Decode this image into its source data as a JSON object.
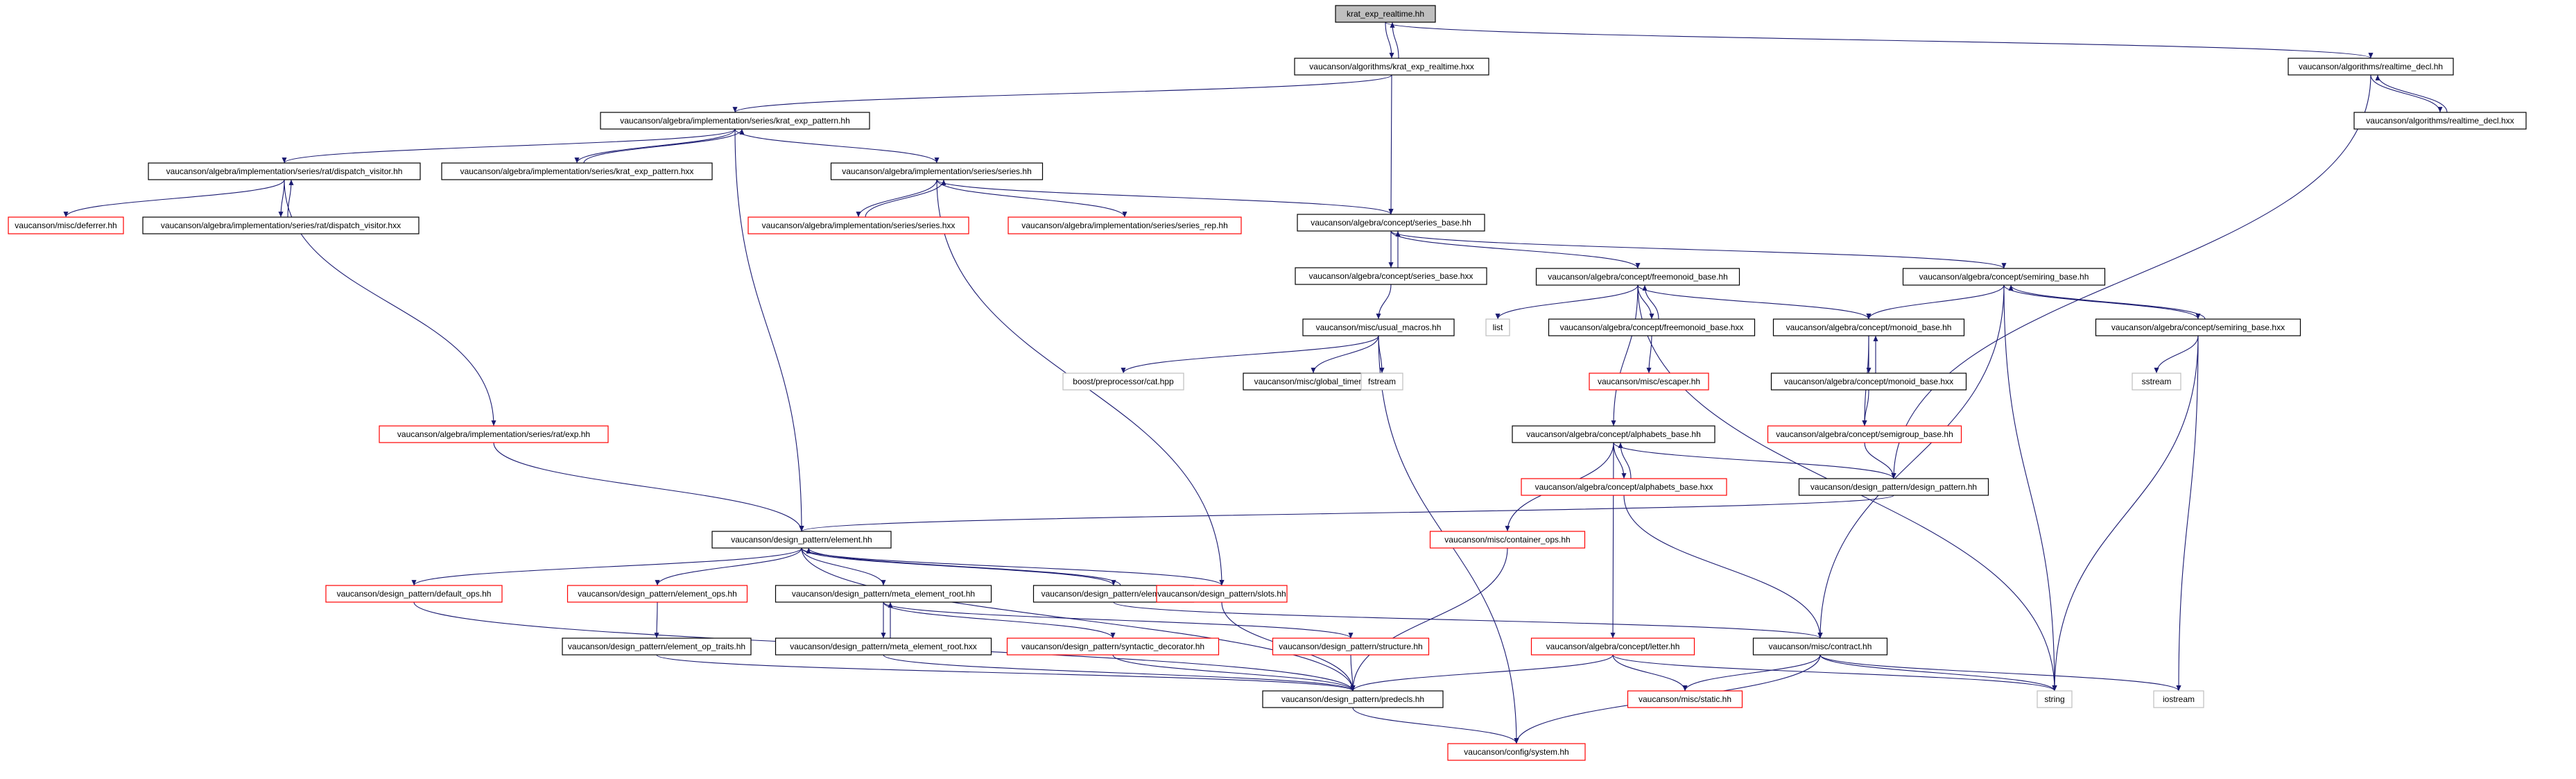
{
  "colors": {
    "edge": "#191970",
    "box_default": "#000000",
    "box_missing": "#ff0000",
    "box_external": "#bfbfbf",
    "root_fill": "#bfbfbf"
  },
  "nodes": [
    {
      "id": "n0",
      "label": "krat_exp_realtime.hh",
      "style": "root"
    },
    {
      "id": "n1",
      "label": "vaucanson/algorithms/krat_exp_realtime.hxx",
      "style": "normal"
    },
    {
      "id": "n2",
      "label": "vaucanson/algorithms/realtime_decl.hh",
      "style": "normal"
    },
    {
      "id": "n3",
      "label": "vaucanson/algorithms/realtime_decl.hxx",
      "style": "normal"
    },
    {
      "id": "n4",
      "label": "vaucanson/algebra/implementation/series/krat_exp_pattern.hh",
      "style": "normal"
    },
    {
      "id": "n5",
      "label": "vaucanson/algebra/implementation/series/rat/dispatch_visitor.hh",
      "style": "normal"
    },
    {
      "id": "n6",
      "label": "vaucanson/algebra/implementation/series/krat_exp_pattern.hxx",
      "style": "normal"
    },
    {
      "id": "n7",
      "label": "vaucanson/algebra/implementation/series/series.hh",
      "style": "normal"
    },
    {
      "id": "n8",
      "label": "vaucanson/misc/deferrer.hh",
      "style": "missing"
    },
    {
      "id": "n9",
      "label": "vaucanson/algebra/implementation/series/rat/dispatch_visitor.hxx",
      "style": "normal"
    },
    {
      "id": "n10",
      "label": "vaucanson/algebra/implementation/series/series.hxx",
      "style": "missing"
    },
    {
      "id": "n11",
      "label": "vaucanson/algebra/implementation/series/series_rep.hh",
      "style": "missing"
    },
    {
      "id": "n12",
      "label": "vaucanson/algebra/concept/series_base.hh",
      "style": "normal"
    },
    {
      "id": "n13",
      "label": "vaucanson/algebra/concept/series_base.hxx",
      "style": "normal"
    },
    {
      "id": "n14",
      "label": "vaucanson/algebra/concept/freemonoid_base.hh",
      "style": "normal"
    },
    {
      "id": "n15",
      "label": "vaucanson/algebra/concept/semiring_base.hh",
      "style": "normal"
    },
    {
      "id": "n16",
      "label": "list",
      "style": "external"
    },
    {
      "id": "n17",
      "label": "vaucanson/algebra/concept/freemonoid_base.hxx",
      "style": "normal"
    },
    {
      "id": "n18",
      "label": "vaucanson/algebra/concept/monoid_base.hh",
      "style": "normal"
    },
    {
      "id": "n19",
      "label": "vaucanson/algebra/concept/semiring_base.hxx",
      "style": "normal"
    },
    {
      "id": "n20",
      "label": "vaucanson/misc/usual_macros.hh",
      "style": "normal"
    },
    {
      "id": "n21",
      "label": "vaucanson/misc/escaper.hh",
      "style": "missing"
    },
    {
      "id": "n22",
      "label": "vaucanson/algebra/concept/monoid_base.hxx",
      "style": "normal"
    },
    {
      "id": "n23",
      "label": "sstream",
      "style": "external"
    },
    {
      "id": "n24",
      "label": "boost/preprocessor/cat.hpp",
      "style": "external"
    },
    {
      "id": "n25",
      "label": "vaucanson/misc/global_timer.hh",
      "style": "normal"
    },
    {
      "id": "n26",
      "label": "fstream",
      "style": "external"
    },
    {
      "id": "n27",
      "label": "vaucanson/algebra/concept/semigroup_base.hh",
      "style": "missing"
    },
    {
      "id": "n28",
      "label": "vaucanson/algebra/implementation/series/rat/exp.hh",
      "style": "missing"
    },
    {
      "id": "n29",
      "label": "vaucanson/algebra/concept/alphabets_base.hh",
      "style": "normal"
    },
    {
      "id": "n30",
      "label": "vaucanson/algebra/concept/alphabets_base.hxx",
      "style": "missing"
    },
    {
      "id": "n31",
      "label": "vaucanson/design_pattern/design_pattern.hh",
      "style": "normal"
    },
    {
      "id": "n32",
      "label": "vaucanson/design_pattern/element.hh",
      "style": "normal"
    },
    {
      "id": "n33",
      "label": "vaucanson/misc/container_ops.hh",
      "style": "missing"
    },
    {
      "id": "n34",
      "label": "vaucanson/design_pattern/default_ops.hh",
      "style": "missing"
    },
    {
      "id": "n35",
      "label": "vaucanson/design_pattern/element_ops.hh",
      "style": "missing"
    },
    {
      "id": "n36",
      "label": "vaucanson/design_pattern/meta_element_root.hh",
      "style": "normal"
    },
    {
      "id": "n37",
      "label": "vaucanson/design_pattern/element.hxx",
      "style": "normal"
    },
    {
      "id": "n38",
      "label": "vaucanson/design_pattern/slots.hh",
      "style": "missing"
    },
    {
      "id": "n39",
      "label": "vaucanson/design_pattern/element_op_traits.hh",
      "style": "normal"
    },
    {
      "id": "n40",
      "label": "vaucanson/design_pattern/meta_element_root.hxx",
      "style": "normal"
    },
    {
      "id": "n41",
      "label": "vaucanson/design_pattern/syntactic_decorator.hh",
      "style": "missing"
    },
    {
      "id": "n42",
      "label": "vaucanson/design_pattern/structure.hh",
      "style": "missing"
    },
    {
      "id": "n43",
      "label": "vaucanson/algebra/concept/letter.hh",
      "style": "missing"
    },
    {
      "id": "n44",
      "label": "vaucanson/misc/contract.hh",
      "style": "normal"
    },
    {
      "id": "n45",
      "label": "vaucanson/misc/static.hh",
      "style": "missing"
    },
    {
      "id": "n46",
      "label": "vaucanson/design_pattern/predecls.hh",
      "style": "normal"
    },
    {
      "id": "n47",
      "label": "string",
      "style": "external"
    },
    {
      "id": "n48",
      "label": "iostream",
      "style": "external"
    },
    {
      "id": "n49",
      "label": "vaucanson/config/system.hh",
      "style": "missing"
    }
  ],
  "edges": [
    [
      "n0",
      "n1"
    ],
    [
      "n1",
      "n0"
    ],
    [
      "n0",
      "n2"
    ],
    [
      "n1",
      "n4"
    ],
    [
      "n1",
      "n12"
    ],
    [
      "n2",
      "n3"
    ],
    [
      "n3",
      "n2"
    ],
    [
      "n2",
      "n31"
    ],
    [
      "n4",
      "n5"
    ],
    [
      "n4",
      "n6"
    ],
    [
      "n6",
      "n4"
    ],
    [
      "n4",
      "n7"
    ],
    [
      "n4",
      "n32"
    ],
    [
      "n5",
      "n8"
    ],
    [
      "n5",
      "n9"
    ],
    [
      "n9",
      "n5"
    ],
    [
      "n5",
      "n28"
    ],
    [
      "n7",
      "n10"
    ],
    [
      "n10",
      "n7"
    ],
    [
      "n7",
      "n11"
    ],
    [
      "n7",
      "n12"
    ],
    [
      "n7",
      "n38"
    ],
    [
      "n12",
      "n13"
    ],
    [
      "n13",
      "n12"
    ],
    [
      "n12",
      "n14"
    ],
    [
      "n12",
      "n15"
    ],
    [
      "n13",
      "n20"
    ],
    [
      "n14",
      "n16"
    ],
    [
      "n14",
      "n17"
    ],
    [
      "n17",
      "n14"
    ],
    [
      "n14",
      "n18"
    ],
    [
      "n14",
      "n29"
    ],
    [
      "n14",
      "n47"
    ],
    [
      "n17",
      "n21"
    ],
    [
      "n15",
      "n18"
    ],
    [
      "n15",
      "n19"
    ],
    [
      "n19",
      "n15"
    ],
    [
      "n15",
      "n44"
    ],
    [
      "n15",
      "n47"
    ],
    [
      "n19",
      "n23"
    ],
    [
      "n19",
      "n47"
    ],
    [
      "n19",
      "n48"
    ],
    [
      "n18",
      "n22"
    ],
    [
      "n22",
      "n18"
    ],
    [
      "n18",
      "n27"
    ],
    [
      "n22",
      "n27"
    ],
    [
      "n27",
      "n31"
    ],
    [
      "n20",
      "n24"
    ],
    [
      "n20",
      "n25"
    ],
    [
      "n20",
      "n26"
    ],
    [
      "n20",
      "n49"
    ],
    [
      "n28",
      "n32"
    ],
    [
      "n29",
      "n30"
    ],
    [
      "n30",
      "n29"
    ],
    [
      "n29",
      "n31"
    ],
    [
      "n29",
      "n33"
    ],
    [
      "n29",
      "n43"
    ],
    [
      "n30",
      "n44"
    ],
    [
      "n31",
      "n32"
    ],
    [
      "n32",
      "n34"
    ],
    [
      "n32",
      "n35"
    ],
    [
      "n32",
      "n36"
    ],
    [
      "n32",
      "n37"
    ],
    [
      "n37",
      "n32"
    ],
    [
      "n32",
      "n38"
    ],
    [
      "n32",
      "n46"
    ],
    [
      "n33",
      "n46"
    ],
    [
      "n34",
      "n46"
    ],
    [
      "n35",
      "n39"
    ],
    [
      "n36",
      "n40"
    ],
    [
      "n40",
      "n36"
    ],
    [
      "n36",
      "n41"
    ],
    [
      "n36",
      "n42"
    ],
    [
      "n37",
      "n44"
    ],
    [
      "n38",
      "n46"
    ],
    [
      "n39",
      "n46"
    ],
    [
      "n40",
      "n46"
    ],
    [
      "n41",
      "n46"
    ],
    [
      "n42",
      "n46"
    ],
    [
      "n43",
      "n45"
    ],
    [
      "n43",
      "n46"
    ],
    [
      "n43",
      "n47"
    ],
    [
      "n44",
      "n45"
    ],
    [
      "n44",
      "n47"
    ],
    [
      "n44",
      "n48"
    ],
    [
      "n44",
      "n49"
    ],
    [
      "n46",
      "n49"
    ]
  ]
}
